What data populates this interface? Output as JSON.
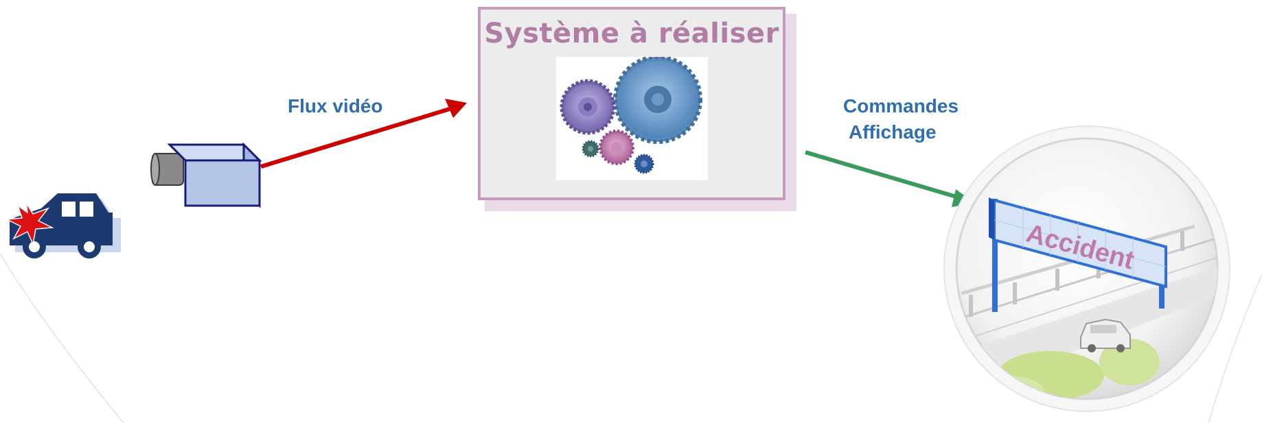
{
  "system": {
    "title": "Système à réaliser"
  },
  "labels": {
    "flux_video": "Flux vidéo",
    "commandes": "Commandes",
    "affichage": "Affichage"
  },
  "sign": {
    "text": "Accident"
  },
  "colors": {
    "input_arrow": "#cc0000",
    "output_arrow": "#3a9a5c",
    "label_blue": "#2f6fad",
    "title_mauve": "#b07ea5",
    "car_navy": "#1c3a70",
    "crash_red": "#dd1111",
    "camera_fill": "#b4c6e8"
  },
  "icons": [
    "car-icon",
    "crash-star-icon",
    "camera-icon",
    "gears-icon",
    "highway-sign-icon"
  ]
}
